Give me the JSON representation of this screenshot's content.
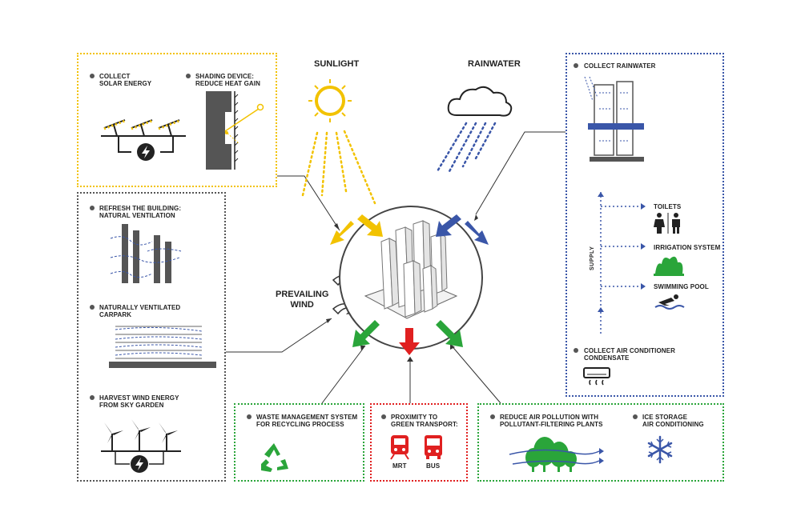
{
  "center": {
    "sunlight": "SUNLIGHT",
    "rainwater": "RAINWATER",
    "prevailing_wind": "PREVAILING\nWIND"
  },
  "solar_panel": {
    "collect_solar": "COLLECT\nSOLAR ENERGY",
    "shading_device": "SHADING DEVICE:\nREDUCE HEAT GAIN"
  },
  "wind_panel": {
    "refresh": "REFRESH THE BUILDING:\nNATURAL VENTILATION",
    "carpark": "NATURALLY VENTILATED\nCARPARK",
    "harvest": "HARVEST WIND ENERGY\nFROM SKY GARDEN"
  },
  "rain_panel": {
    "collect_rainwater": "COLLECT RAINWATER",
    "supply": "SUPPLY",
    "toilets": "TOILETS",
    "irrigation": "IRRIGATION SYSTEM",
    "pool": "SWIMMING POOL",
    "condensate": "COLLECT AIR CONDITIONER\nCONDENSATE"
  },
  "waste_panel": {
    "label": "WASTE MANAGEMENT SYSTEM\nFOR RECYCLING PROCESS"
  },
  "transport_panel": {
    "label": "PROXIMITY TO\nGREEN TRANSPORT:",
    "mrt": "MRT",
    "bus": "BUS"
  },
  "air_panel": {
    "pollution": "REDUCE AIR POLLUTION WITH\nPOLLUTANT-FILTERING PLANTS",
    "ice": "ICE STORAGE\nAIR CONDITIONING"
  },
  "colors": {
    "solar": "#f2c200",
    "water": "#3a56a8",
    "green": "#2aa53a",
    "red": "#e02020",
    "dark": "#555555"
  }
}
